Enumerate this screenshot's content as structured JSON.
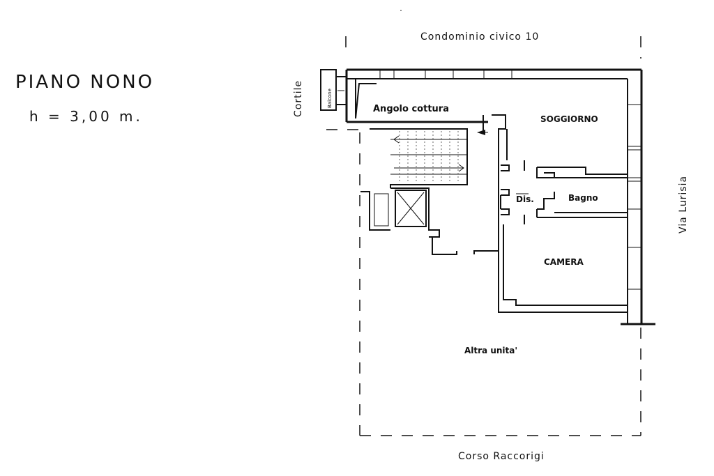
{
  "floor": {
    "title": "PIANO NONO",
    "height": "h  =  3,00  m."
  },
  "surroundings": {
    "top": "Condominio civico  10",
    "bottom": "Corso Raccorigi",
    "left": "Cortile",
    "right": "Via Lurisia"
  },
  "rooms": {
    "kitchen": "Angolo cottura",
    "living": "SOGGIORNO",
    "bathroom": "Bagno",
    "hall": "Dis.",
    "bedroom": "CAMERA",
    "other_unit": "Altra unita'",
    "balcony": "Balcone"
  },
  "colors": {
    "line": "#111111",
    "background": "#ffffff"
  }
}
